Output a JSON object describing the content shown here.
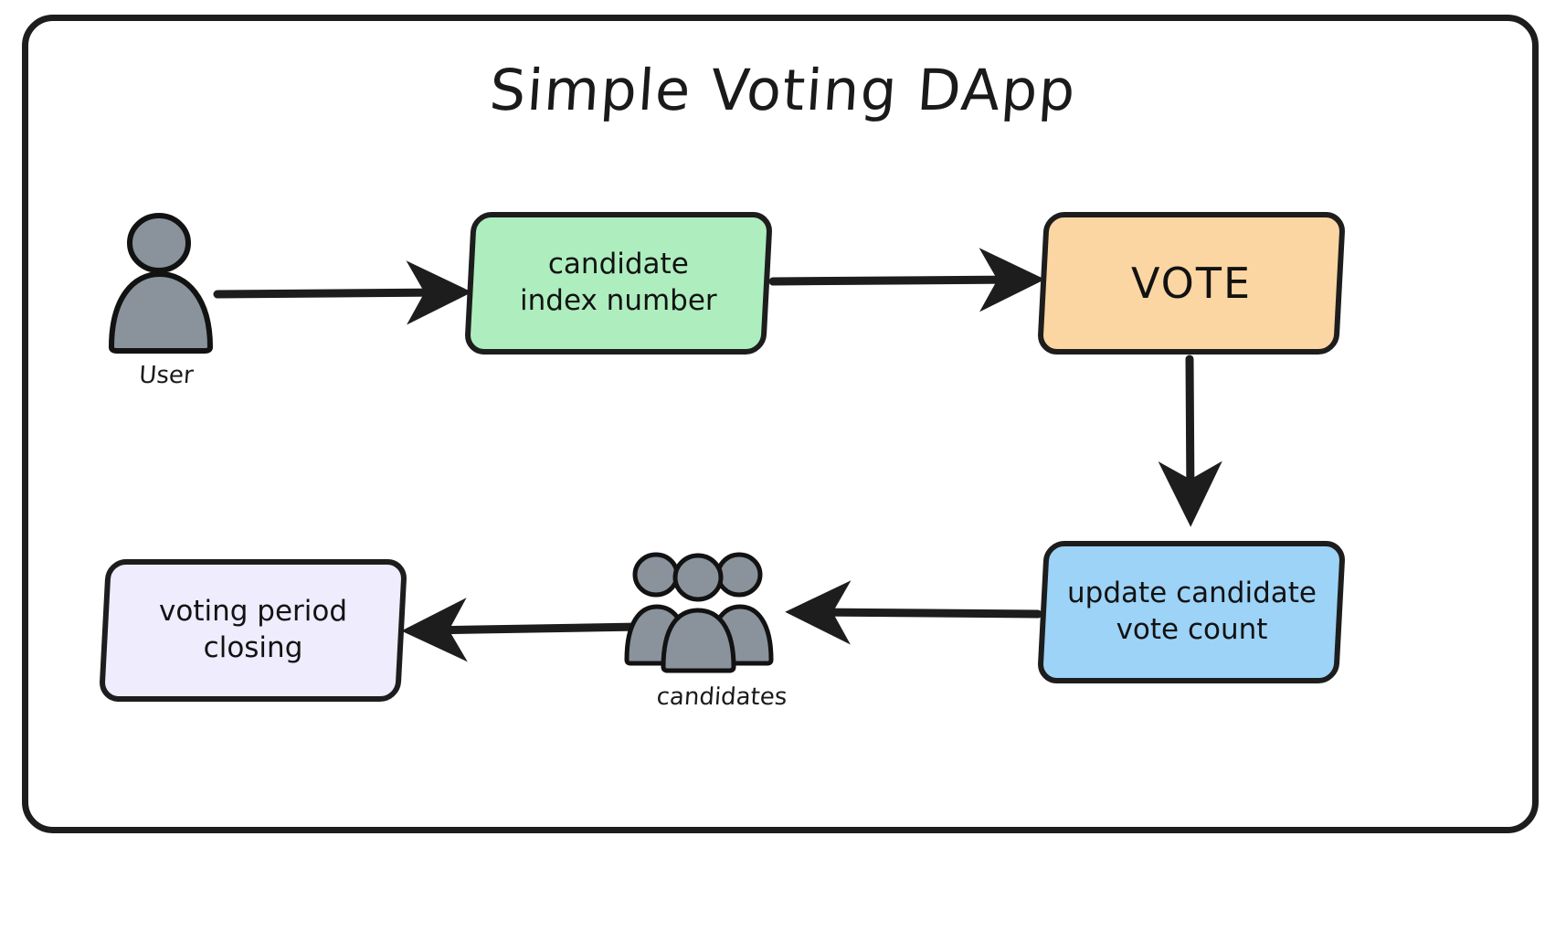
{
  "diagram": {
    "title": "Simple Voting DApp",
    "frame": {
      "border_color": "#1d1d1d",
      "background": "#ffffff"
    },
    "nodes": [
      {
        "id": "candidate-index",
        "label": "candidate\nindex number",
        "line1": "candidate",
        "line2": "index number",
        "fill": "#aeeebe",
        "stroke": "#1d1d1d"
      },
      {
        "id": "vote",
        "label": "VOTE",
        "line1": "VOTE",
        "line2": "",
        "fill": "#fbd6a2",
        "stroke": "#1d1d1d"
      },
      {
        "id": "update-count",
        "label": "update candidate\nvote count",
        "line1": "update candidate",
        "line2": "vote count",
        "fill": "#9cd3f7",
        "stroke": "#1d1d1d"
      },
      {
        "id": "voting-closing",
        "label": "voting period\nclosing",
        "line1": "voting period",
        "line2": "closing",
        "fill": "#eeecfd",
        "stroke": "#1d1d1d"
      }
    ],
    "actors": [
      {
        "id": "user",
        "label": "User",
        "icon": "person-icon",
        "fill": "#8a939b"
      },
      {
        "id": "candidates",
        "label": "candidates",
        "icon": "people-group-icon",
        "fill": "#8a939b"
      }
    ],
    "edges": [
      {
        "id": "user-to-candidate-index",
        "from": "user",
        "to": "candidate-index",
        "direction": "right",
        "label": ""
      },
      {
        "id": "candidate-index-to-vote",
        "from": "candidate-index",
        "to": "vote",
        "direction": "right",
        "label": ""
      },
      {
        "id": "vote-to-update-count",
        "from": "vote",
        "to": "update-count",
        "direction": "down",
        "label": ""
      },
      {
        "id": "update-count-to-candidates",
        "from": "update-count",
        "to": "candidates",
        "direction": "left",
        "label": ""
      },
      {
        "id": "candidates-to-voting-closing",
        "from": "candidates",
        "to": "voting-closing",
        "direction": "left",
        "label": ""
      }
    ],
    "arrow_color": "#1d1d1d"
  }
}
